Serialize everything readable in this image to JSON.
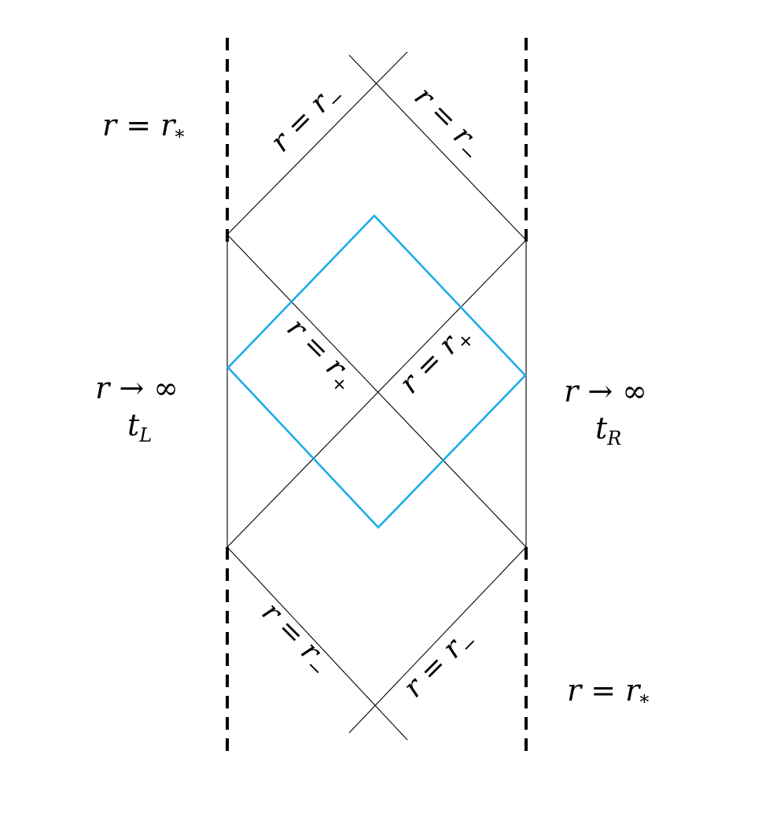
{
  "colors": {
    "inner_square": "#1aaee6",
    "lines": "#000000"
  },
  "labels": {
    "top_left_boundary": {
      "base": "r = r",
      "subscript": "*"
    },
    "bottom_right_boundary": {
      "base": "r = r",
      "subscript": "*"
    },
    "left_asymptotic": {
      "line1": "r → ∞",
      "time_base": "t",
      "time_subscript": "L"
    },
    "right_asymptotic": {
      "line1": "r → ∞",
      "time_base": "t",
      "time_subscript": "R"
    },
    "top_left_horizon": {
      "base": "r = r",
      "subscript": "−"
    },
    "top_right_horizon": {
      "base": "r = r",
      "subscript": "−"
    },
    "bottom_left_horizon": {
      "base": "r = r",
      "subscript": "−"
    },
    "bottom_right_horizon": {
      "base": "r = r",
      "subscript": "−"
    },
    "center_left_horizon": {
      "base": "r = r",
      "subscript": "+"
    },
    "center_right_horizon": {
      "base": "r = r",
      "subscript": "+"
    }
  }
}
